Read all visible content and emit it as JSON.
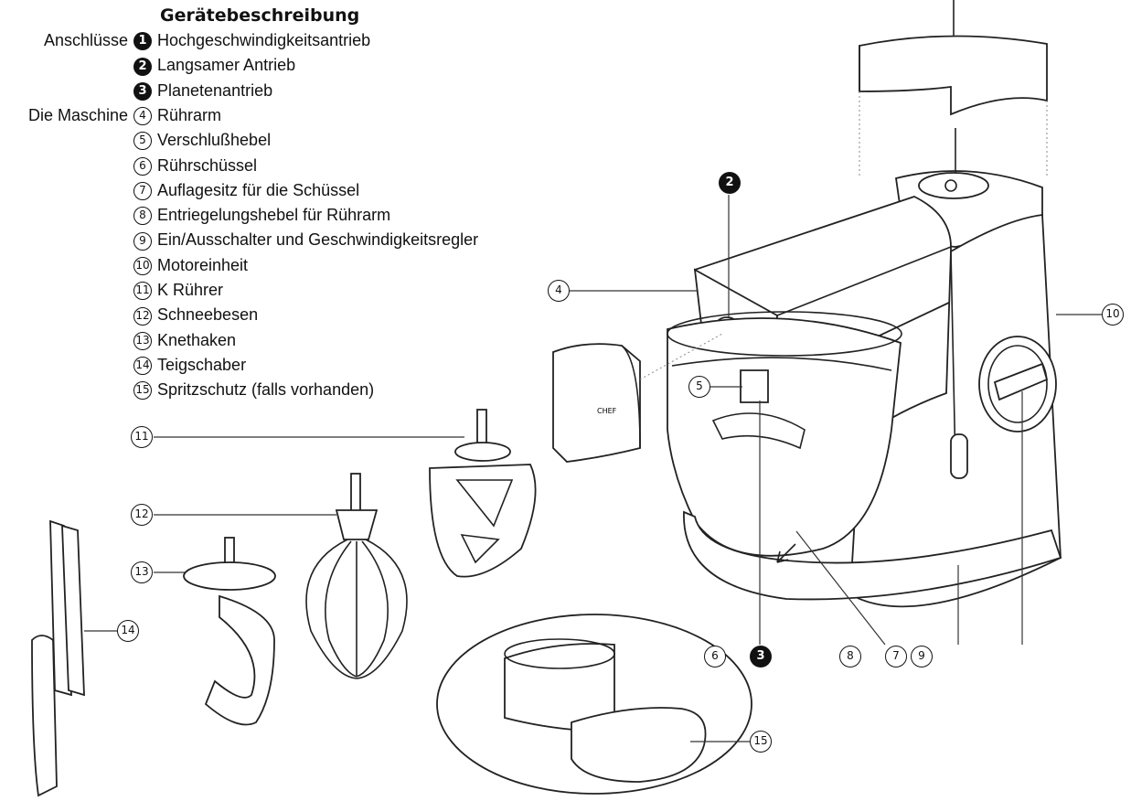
{
  "title": "Gerätebeschreibung",
  "groups": {
    "connections": "Anschlüsse",
    "machine": "Die Maschine"
  },
  "legend": [
    {
      "num": "1",
      "style": "filled",
      "label": "Hochgeschwindigkeitsantrieb"
    },
    {
      "num": "2",
      "style": "filled",
      "label": "Langsamer Antrieb"
    },
    {
      "num": "3",
      "style": "filled",
      "label": "Planetenantrieb"
    },
    {
      "num": "4",
      "style": "outline",
      "label": "Rührarm"
    },
    {
      "num": "5",
      "style": "outline",
      "label": "Verschlußhebel"
    },
    {
      "num": "6",
      "style": "outline",
      "label": "Rührschüssel"
    },
    {
      "num": "7",
      "style": "outline",
      "label": "Auflagesitz für die Schüssel"
    },
    {
      "num": "8",
      "style": "outline",
      "label": "Entriegelungshebel für Rührarm"
    },
    {
      "num": "9",
      "style": "outline",
      "label": "Ein/Ausschalter und Geschwindigkeitsregler"
    },
    {
      "num": "10",
      "style": "outline",
      "label": "Motoreinheit"
    },
    {
      "num": "11",
      "style": "outline",
      "label": "K Rührer"
    },
    {
      "num": "12",
      "style": "outline",
      "label": "Schneebesen"
    },
    {
      "num": "13",
      "style": "outline",
      "label": "Knethaken"
    },
    {
      "num": "14",
      "style": "outline",
      "label": "Teigschaber"
    },
    {
      "num": "15",
      "style": "outline",
      "label": "Spritzschutz (falls vorhanden)"
    }
  ],
  "callouts": {
    "c2": "2",
    "c3": "3",
    "c4": "4",
    "c5": "5",
    "c6": "6",
    "c7": "7",
    "c8": "8",
    "c9": "9",
    "c10": "10",
    "c11": "11",
    "c12": "12",
    "c13": "13",
    "c14": "14",
    "c15": "15"
  },
  "mixer_brand": "CHEF"
}
